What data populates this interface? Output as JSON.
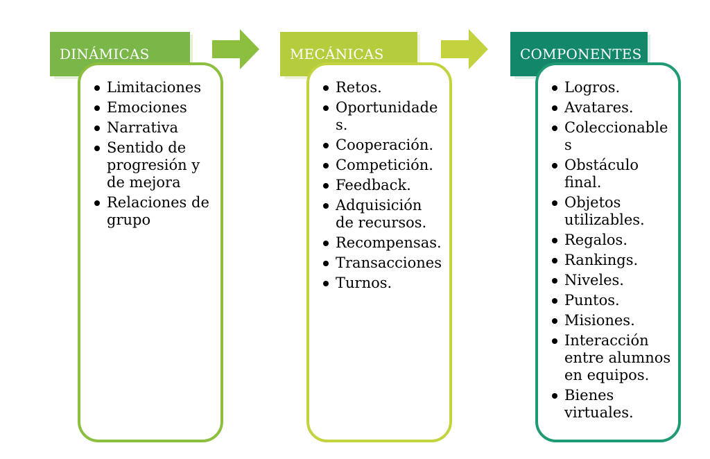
{
  "columns": [
    {
      "title": "DINÁMICAS",
      "header_color": "#7ab648",
      "border_color": "#8cbf3f",
      "items": [
        "Limitaciones",
        "Emociones",
        "Narrativa",
        "Sentido de progresión y de mejora",
        "Relaciones de grupo"
      ]
    },
    {
      "title": "MECÁNICAS",
      "header_color": "#b5cc3d",
      "border_color": "#c3d33f",
      "items": [
        "Retos.",
        "Oportunidades.",
        "Cooperación.",
        "Competición.",
        "Feedback.",
        "Adquisición de recursos.",
        "Recompensas.",
        "Transacciones",
        "Turnos."
      ]
    },
    {
      "title": "COMPONENTES",
      "header_color": "#12876a",
      "border_color": "#1f9a74",
      "items": [
        "Logros.",
        "Avatares.",
        "Coleccionables",
        "Obstáculo final.",
        "Objetos utilizables.",
        "Regalos.",
        "Rankings.",
        "Niveles.",
        "Puntos.",
        "Misiones.",
        "Interacción entre alumnos en equipos.",
        "Bienes virtuales."
      ]
    }
  ],
  "arrow_colors": [
    "#8cbf3f",
    "#c3d33f"
  ]
}
